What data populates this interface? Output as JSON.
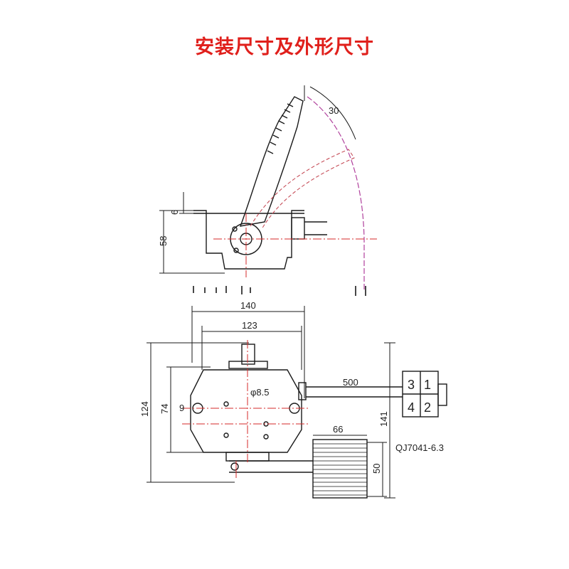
{
  "title": "安装尺寸及外形尺寸",
  "colors": {
    "title": "#e0201c",
    "line": "#1a1a1a",
    "center": "#d42a2a",
    "arc": "#b0409c"
  },
  "side_view": {
    "dim_angle": "30",
    "dim_height": "58",
    "dim_top": "6"
  },
  "top_view": {
    "dim_width_total": "140",
    "dim_width_inner": "123",
    "dim_height_total": "124",
    "dim_height_inner": "74",
    "dim_hole_offset": "9",
    "dim_hole_dia": "φ8.5",
    "dim_cable": "500",
    "dim_overall": "141",
    "dim_pad_width": "66",
    "dim_pad_height": "50",
    "model": "QJ7041-6.3",
    "connector_pins": [
      "3",
      "1",
      "4",
      "2"
    ]
  }
}
